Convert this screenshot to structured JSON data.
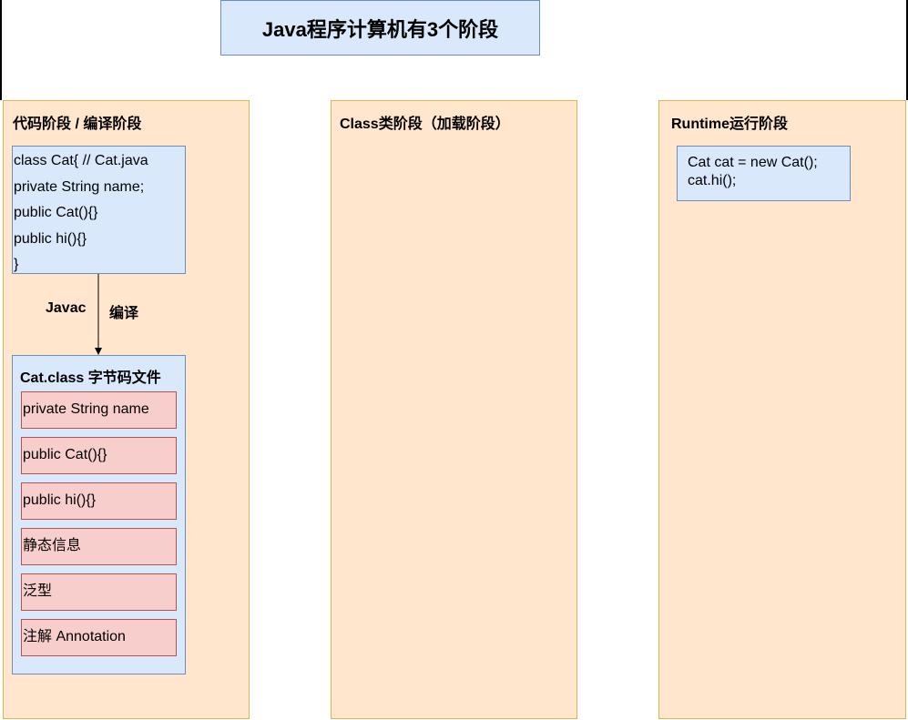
{
  "title": "Java程序计算机有3个阶段",
  "stages": [
    {
      "title": "代码阶段 / 编译阶段"
    },
    {
      "title": "Class类阶段（加载阶段）"
    },
    {
      "title": "Runtime运行阶段"
    }
  ],
  "source_code": [
    "class Cat{ // Cat.java",
    "private String name;",
    "public Cat(){}",
    "public hi(){}",
    "}"
  ],
  "compile": {
    "tool": "Javac",
    "action": "编译"
  },
  "bytecode": {
    "title": "Cat.class 字节码文件",
    "members": [
      "private String name",
      "public Cat(){}",
      "public hi(){}",
      "静态信息",
      "泛型",
      "注解 Annotation"
    ]
  },
  "runtime_code": [
    "Cat cat = new Cat();",
    "cat.hi();"
  ],
  "colors": {
    "stage_fill": "#ffe6cc",
    "stage_border": "#d6b656",
    "code_fill": "#dae8fc",
    "code_border": "#6c8ebf",
    "member_fill": "#f8cecc",
    "member_border": "#b85450"
  }
}
